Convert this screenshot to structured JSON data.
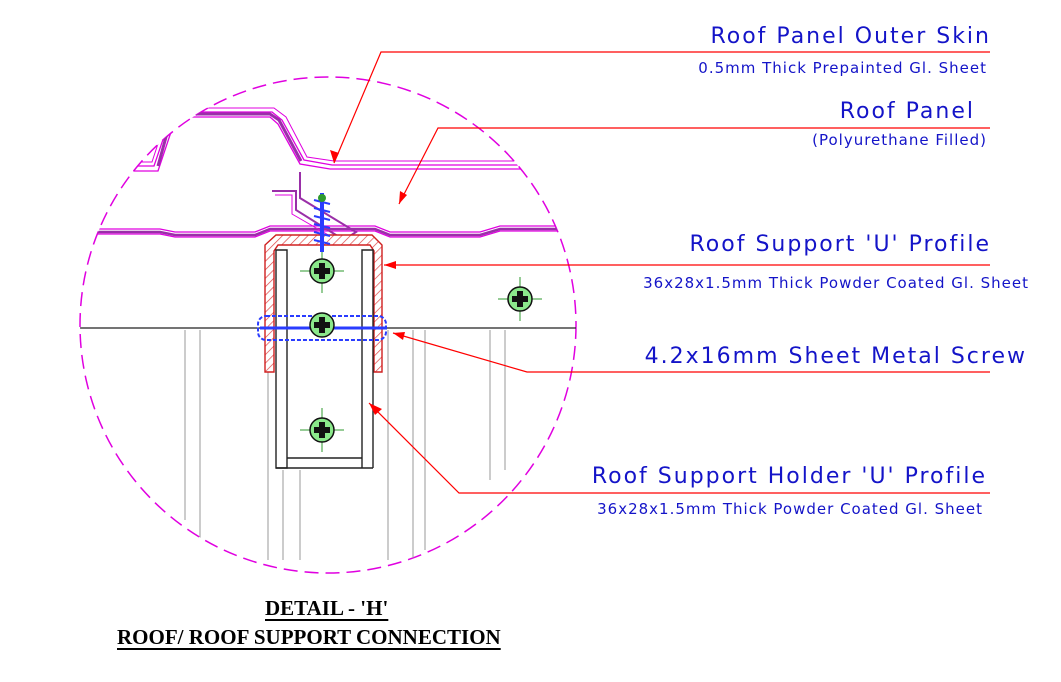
{
  "callouts": [
    {
      "title": "Roof Panel Outer Skin",
      "subtitle": "0.5mm Thick Prepainted Gl. Sheet"
    },
    {
      "title": "Roof Panel",
      "subtitle": "(Polyurethane Filled)"
    },
    {
      "title": "Roof Support 'U' Profile",
      "subtitle": "36x28x1.5mm Thick Powder Coated Gl. Sheet"
    },
    {
      "title": "4.2x16mm Sheet Metal Screw",
      "subtitle": ""
    },
    {
      "title": "Roof Support Holder 'U' Profile",
      "subtitle": "36x28x1.5mm Thick Powder Coated Gl. Sheet"
    }
  ],
  "detail": {
    "title": "DETAIL - 'H'",
    "subtitle": "ROOF/ ROOF SUPPORT CONNECTION"
  },
  "colors": {
    "text": "#1414c8",
    "leader": "#ff0000",
    "outline": "#e000e0",
    "panel_fill": "#9a2fa8",
    "hatch": "#dd4444",
    "screw_fill": "#8be88b",
    "screw_thread": "#2a3cff",
    "title_text": "#000000"
  }
}
